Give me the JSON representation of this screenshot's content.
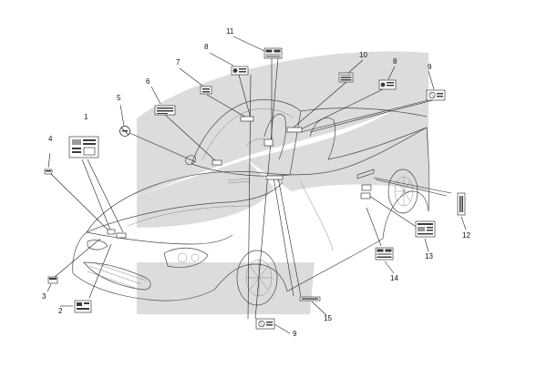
{
  "colors": {
    "background": "#ffffff",
    "highlight_band": "#dcdcdc",
    "line": "#222222"
  },
  "callouts": [
    {
      "number": "1",
      "label_icon": "warning-label-icon"
    },
    {
      "number": "2",
      "label_icon": "bumper-label-icon"
    },
    {
      "number": "3",
      "label_icon": "small-tag-icon"
    },
    {
      "number": "4",
      "label_icon": "small-tag-icon"
    },
    {
      "number": "5",
      "label_icon": "no-smoking-icon"
    },
    {
      "number": "6",
      "label_icon": "text-label-icon"
    },
    {
      "number": "7",
      "label_icon": "small-tag-icon"
    },
    {
      "number": "8",
      "label_icon": "symbol-label-icon"
    },
    {
      "number": "8",
      "label_icon": "symbol-label-icon"
    },
    {
      "number": "9",
      "label_icon": "circle-label-icon"
    },
    {
      "number": "9",
      "label_icon": "circle-label-icon"
    },
    {
      "number": "10",
      "label_icon": "grid-label-icon"
    },
    {
      "number": "11",
      "label_icon": "grid-label-icon"
    },
    {
      "number": "12",
      "label_icon": "vertical-strip-icon"
    },
    {
      "number": "13",
      "label_icon": "door-label-icon"
    },
    {
      "number": "14",
      "label_icon": "grid-label-icon"
    },
    {
      "number": "15",
      "label_icon": "strip-label-icon"
    }
  ]
}
